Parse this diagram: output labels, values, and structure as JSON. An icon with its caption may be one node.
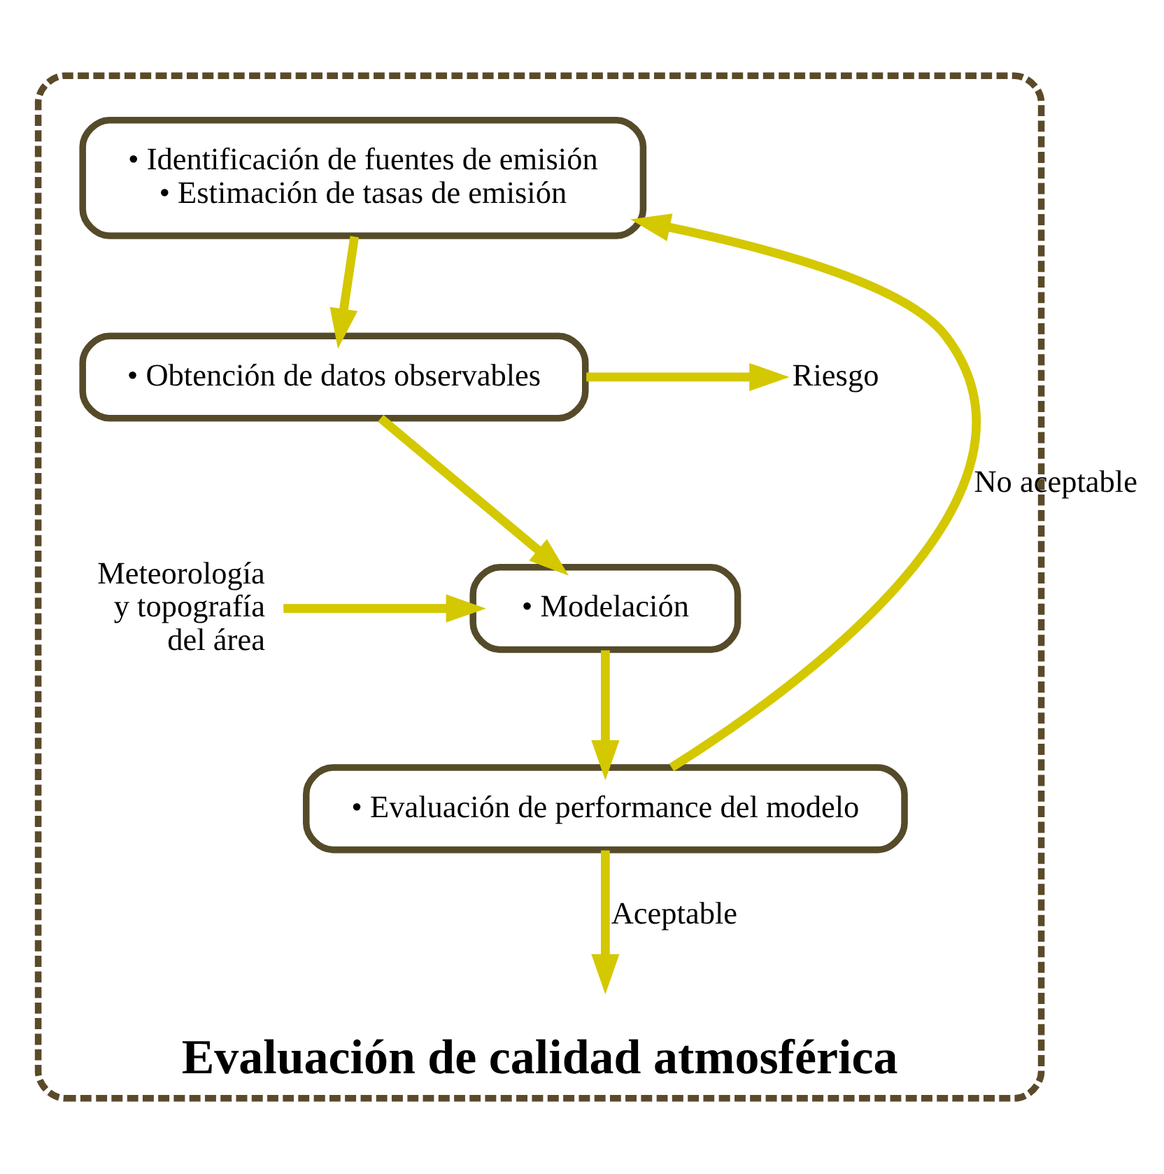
{
  "diagram": {
    "nodes": [
      {
        "text": [
          "Evaluación de calidad atmosférica"
        ]
      },
      {
        "text": [
          "• Identificación de fuentes de emisión",
          "• Estimación de tasas de emisión"
        ],
        "in": 0
      },
      {
        "text": [
          "• Obtención de datos observables"
        ],
        "in": 0
      },
      {
        "text": [
          "Riesgo"
        ],
        "in": 0
      },
      {
        "text": [
          "Meteorología y topografía del área"
        ],
        "in": 0
      },
      {
        "text": [
          "• Modelación"
        ],
        "in": 0
      },
      {
        "text": [
          "• Evaluación de performance del modelo"
        ],
        "in": 0
      }
    ],
    "edges": [
      {
        "from": 1,
        "to": 2,
        "arrow": "to"
      },
      {
        "from": 2,
        "to": 3,
        "arrow": "to"
      },
      {
        "from": 2,
        "to": 5,
        "arrow": "to"
      },
      {
        "from": 4,
        "to": 5,
        "arrow": "to"
      },
      {
        "from": 5,
        "to": 6,
        "arrow": "to"
      },
      {
        "from": 6,
        "to": 1,
        "arrow": "to",
        "label": "No aceptable"
      },
      {
        "from": 6,
        "to": null,
        "arrow": "to",
        "label": "Aceptable"
      }
    ]
  }
}
